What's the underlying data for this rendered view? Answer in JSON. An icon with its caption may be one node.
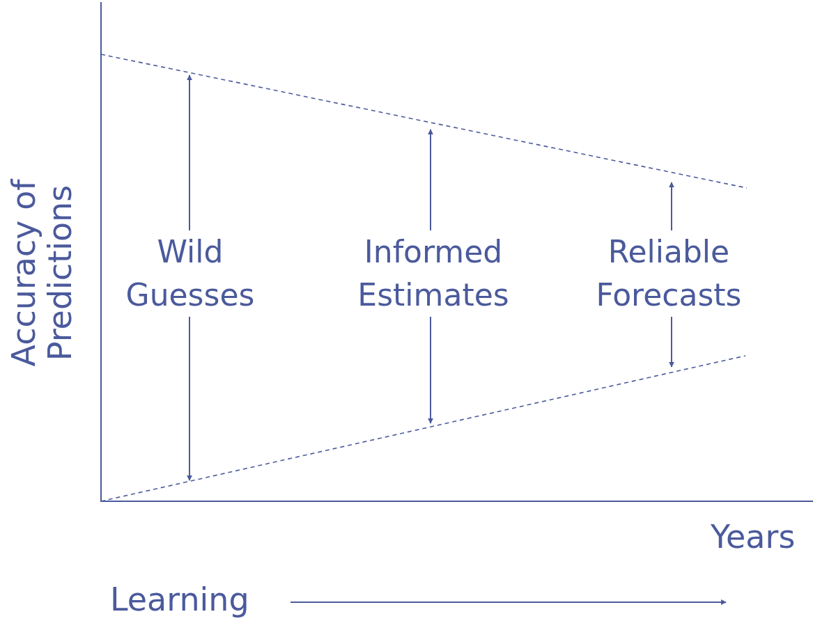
{
  "diagram": {
    "nodes": [
      {
        "text": [
          "Wild Guesses"
        ]
      },
      {
        "text": [
          "Informed Estimates"
        ]
      },
      {
        "text": [
          "Reliable Forecasts"
        ]
      }
    ],
    "edges": [
      {
        "from": 0,
        "to": null,
        "arrow": "to"
      },
      {
        "from": 0,
        "to": null,
        "arrow": "to"
      },
      {
        "from": 1,
        "to": null,
        "arrow": "to"
      },
      {
        "from": 1,
        "to": null,
        "arrow": "to"
      },
      {
        "from": 2,
        "to": null,
        "arrow": "to"
      },
      {
        "from": 2,
        "to": null,
        "arrow": "to"
      }
    ],
    "labels": [
      "Accuracy of Predictions",
      "Years",
      "Learning"
    ]
  }
}
